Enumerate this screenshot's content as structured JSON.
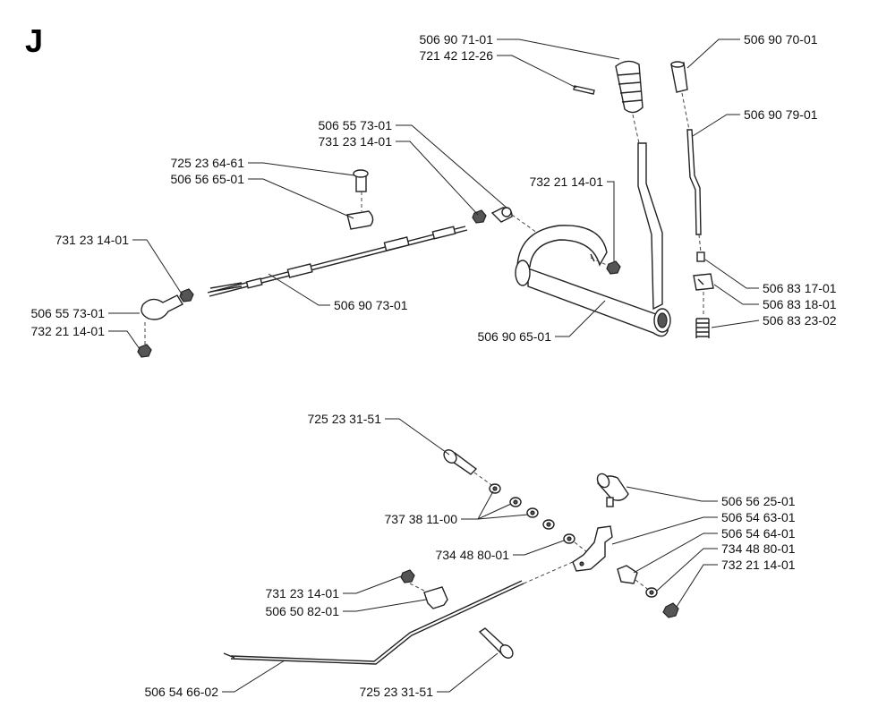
{
  "section": "J",
  "labels": {
    "l1": "506 90 71-01",
    "l2": "721 42 12-26",
    "l3": "506 90 70-01",
    "l4": "506 90 79-01",
    "l5": "506 55 73-01",
    "l6": "731 23 14-01",
    "l7": "725 23 64-61",
    "l8": "506 56 65-01",
    "l9": "732 21 14-01",
    "l10": "731 23 14-01",
    "l11": "506 55 73-01",
    "l12": "732 21 14-01",
    "l13": "506 90 73-01",
    "l14": "506 90 65-01",
    "l15": "506 83 17-01",
    "l16": "506 83 18-01",
    "l17": "506 83 23-02",
    "l18": "725 23 31-51",
    "l19": "737 38 11-00",
    "l20": "734 48 80-01",
    "l21": "506 56 25-01",
    "l22": "506 54 63-01",
    "l23": "506 54 64-01",
    "l24": "734 48 80-01",
    "l25": "732 21 14-01",
    "l26": "731 23 14-01",
    "l27": "506 50 82-01",
    "l28": "506 54 66-02",
    "l29": "725 23 31-51"
  }
}
